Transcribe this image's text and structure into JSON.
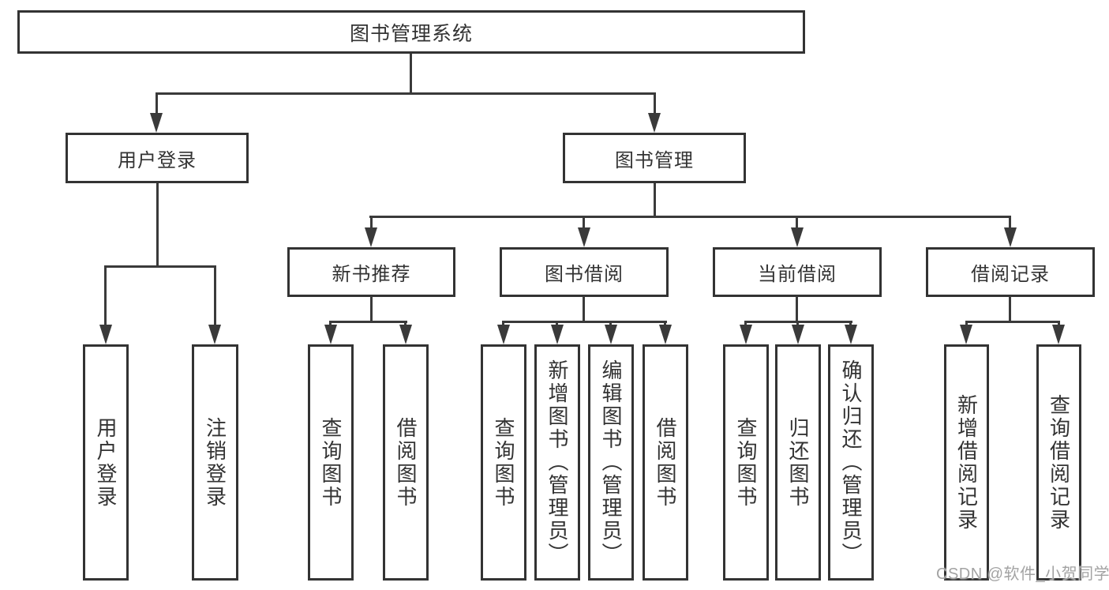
{
  "diagram_title": "图书管理系统",
  "watermark": "CSDN @软件_小贺同学",
  "colors": {
    "line": "#3a3a3a",
    "border": "#333333",
    "text": "#333333",
    "watermark": "#a3a3a3",
    "background": "#ffffff"
  },
  "nodes": {
    "root": "图书管理系统",
    "level2": [
      "用户登录",
      "图书管理"
    ],
    "level3": [
      "新书推荐",
      "图书借阅",
      "当前借阅",
      "借阅记录"
    ],
    "leaves_user_login": [
      "用户登录",
      "注销登录"
    ],
    "leaves_new_book": [
      "查询图书",
      "借阅图书"
    ],
    "leaves_book_borrow": [
      "查询图书",
      "新增图书（管理员）",
      "编辑图书（管理员）",
      "借阅图书"
    ],
    "leaves_current_borrow": [
      "查询图书",
      "归还图书",
      "确认归还（管理员）"
    ],
    "leaves_borrow_record": [
      "新增借阅记录",
      "查询借阅记录"
    ]
  }
}
